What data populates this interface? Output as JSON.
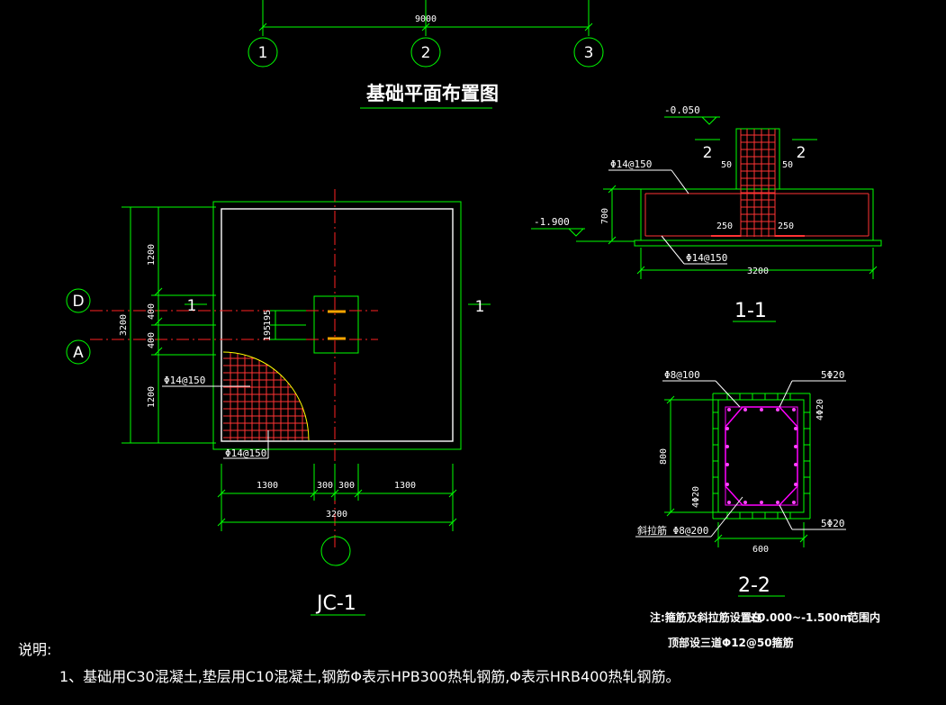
{
  "top_plan": {
    "dim_total": "9000",
    "axes": [
      "1",
      "2",
      "3"
    ],
    "title": "基础平面布置图"
  },
  "jc1": {
    "title": "JC-1",
    "axis_D": "D",
    "axis_A": "A",
    "section_mark": "1",
    "left_dims": [
      "1200",
      "400",
      "400",
      "1200"
    ],
    "left_total": "3200",
    "col_dims": [
      "195",
      "195"
    ],
    "bottom_dims": [
      "1300",
      "300",
      "300",
      "1300"
    ],
    "bottom_total": "3200",
    "rebar_top": "Φ14@150",
    "rebar_bottom": "Φ14@150"
  },
  "sec11": {
    "title": "1-1",
    "level_top": "-0.050",
    "level_bottom": "-1.900",
    "height": "700",
    "cut_mark": "2",
    "cover_left": "50",
    "cover_right": "50",
    "inner_left": "250",
    "inner_right": "250",
    "rebar_top": "Φ14@150",
    "rebar_bottom": "Φ14@150",
    "width": "3200"
  },
  "sec22": {
    "title": "2-2",
    "stirrup": "Φ8@100",
    "top_bars": "5Φ20",
    "bottom_bars": "5Φ20",
    "side_right": "4Φ20",
    "side_left": "4Φ20",
    "height": "800",
    "width": "600",
    "tie": "斜拉筋 Φ8@200"
  },
  "notes": {
    "line1_a": "注:箍筋及斜拉筋设置在",
    "line1_b": "±0.000~-1.500m",
    "line1_c": "范围内",
    "line2": "顶部设三道Φ12@50箍筋"
  },
  "explain": {
    "heading": "说明:",
    "item1": "1、基础用C30混凝土,垫层用C10混凝土,钢筋Φ表示HPB300热轧钢筋,Φ表示HRB400热轧钢筋。"
  },
  "colors": {
    "line": "#00ff00",
    "axis": "#ff2222",
    "rebar": "#ff3333",
    "text": "#ffffff",
    "stirrup": "#ff00ff",
    "hatch_edge": "#ffff00",
    "bar": "#ffa500"
  }
}
